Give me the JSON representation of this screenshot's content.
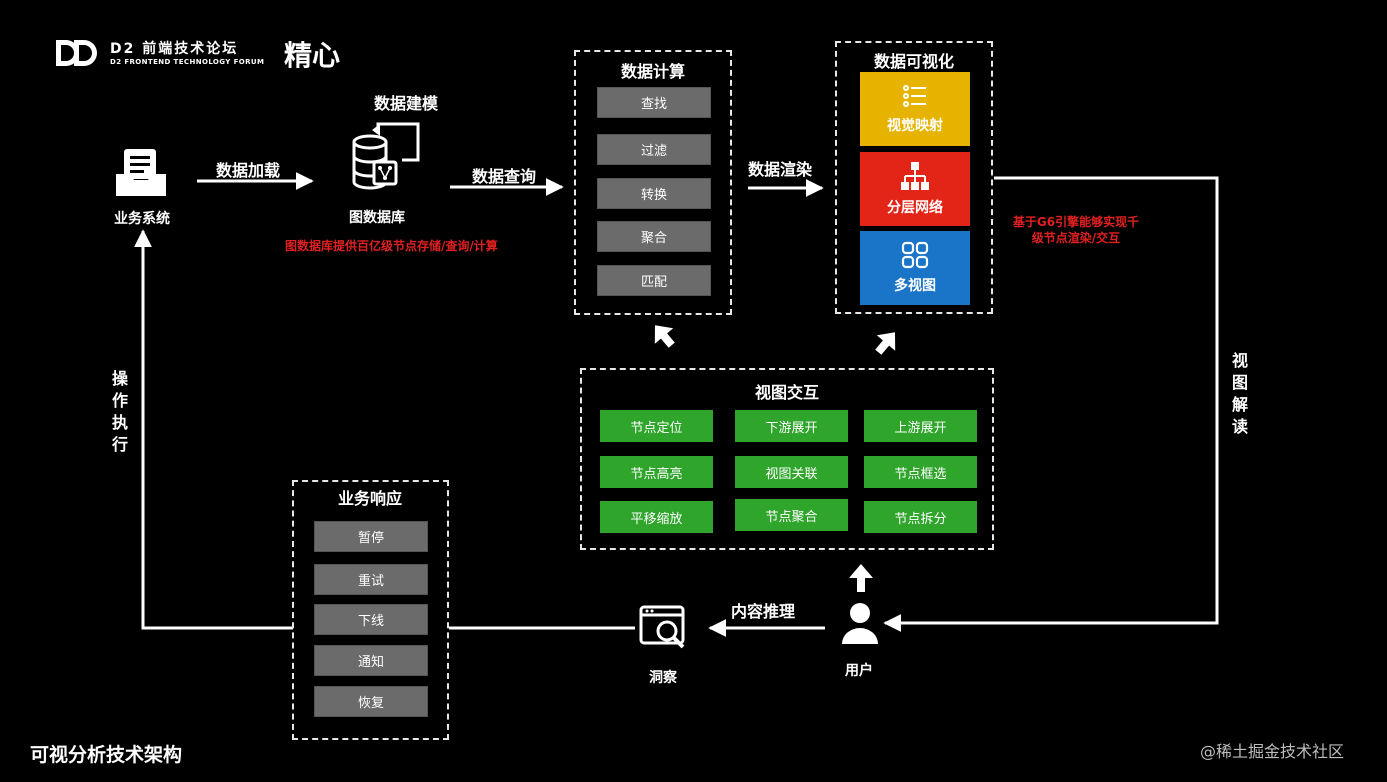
{
  "header": {
    "logo_mark": "DD",
    "brand_cn": "D2 前端技术论坛",
    "brand_en": "D2 FRONTEND TECHNOLOGY FORUM",
    "slogan": "精心"
  },
  "nodes": {
    "biz_system": "业务系统",
    "graph_db": "图数据库",
    "insight": "洞察",
    "user": "用户"
  },
  "edges": {
    "data_load": "数据加载",
    "data_modeling": "数据建模",
    "data_query": "数据查询",
    "data_render": "数据渲染",
    "view_reading": "视图解读",
    "content_reasoning": "内容推理",
    "op_execute": "操作执行"
  },
  "notes": {
    "graph_db": "图数据库提供百亿级节点存储/查询/计算",
    "g6": "基于G6引擎能够实现千级节点渲染/交互"
  },
  "compute": {
    "title": "数据计算",
    "items": [
      "查找",
      "过滤",
      "转换",
      "聚合",
      "匹配"
    ]
  },
  "visual": {
    "title": "数据可视化",
    "items": [
      {
        "label": "视觉映射",
        "icon": "list-icon",
        "color": "#e6b400"
      },
      {
        "label": "分层网络",
        "icon": "hierarchy-icon",
        "color": "#e32517"
      },
      {
        "label": "多视图",
        "icon": "grid-icon",
        "color": "#1a74c7"
      }
    ]
  },
  "interaction": {
    "title": "视图交互",
    "items": [
      "节点定位",
      "下游展开",
      "上游展开",
      "节点高亮",
      "视图关联",
      "节点框选",
      "平移缩放",
      "节点聚合",
      "节点拆分"
    ]
  },
  "response": {
    "title": "业务响应",
    "items": [
      "暂停",
      "重试",
      "下线",
      "通知",
      "恢复"
    ]
  },
  "footer": {
    "title": "可视分析技术架构",
    "watermark": "@稀土掘金技术社区"
  }
}
